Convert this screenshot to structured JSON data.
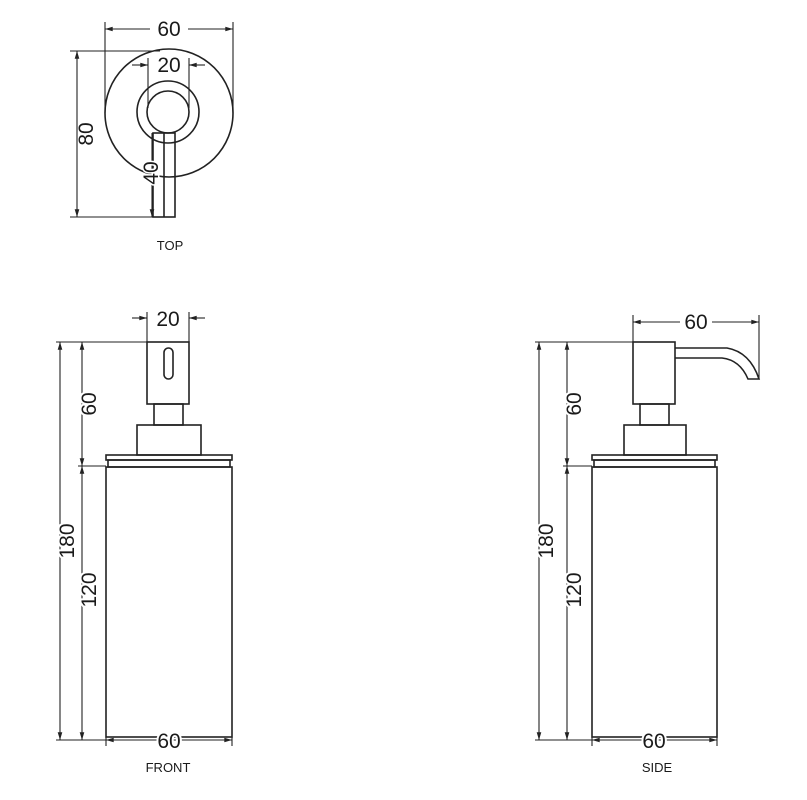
{
  "top_view": {
    "label": "TOP",
    "dims": {
      "width": "60",
      "inner": "20",
      "height": "80",
      "stem": "40"
    }
  },
  "front_view": {
    "label": "FRONT",
    "dims": {
      "head_width": "20",
      "total_height": "180",
      "pump_height": "60",
      "body_height": "120",
      "body_width": "60"
    }
  },
  "side_view": {
    "label": "SIDE",
    "dims": {
      "spout_reach": "60",
      "total_height": "180",
      "pump_height": "60",
      "body_height": "120",
      "body_width": "60"
    }
  },
  "colors": {
    "line": "#222222",
    "background": "#ffffff"
  }
}
